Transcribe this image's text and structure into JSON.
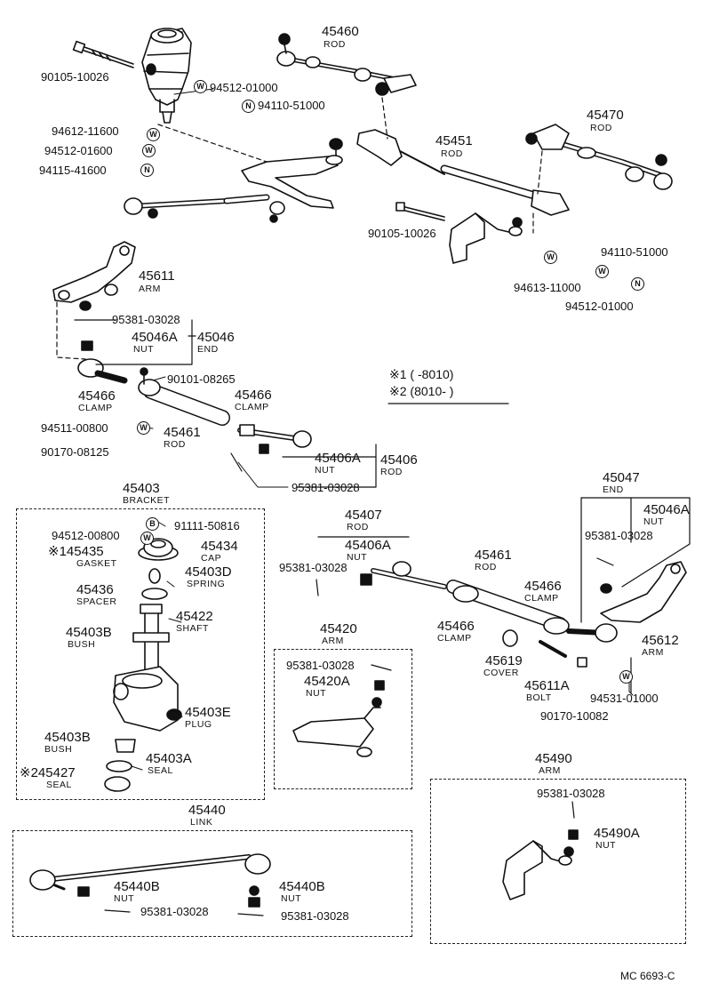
{
  "doc_code": "MC  6693-C",
  "notes": [
    {
      "mark": "※1",
      "text": "(      -8010)"
    },
    {
      "mark": "※2",
      "text": "(8010-        )"
    }
  ],
  "symbols": {
    "W": "W",
    "N": "N",
    "B": "B"
  },
  "labels": {
    "p45460": "45460",
    "n45460": "ROD",
    "p90105a": "90105-10026",
    "p94512a": "94512-01000",
    "p94110a": "94110-51000",
    "p94612": "94612-11600",
    "p94512b": "94512-01600",
    "p94115": "94115-41600",
    "p45451": "45451",
    "n45451": "ROD",
    "p45470": "45470",
    "n45470": "ROD",
    "p90105b": "90105-10026",
    "p94110b": "94110-51000",
    "p94613": "94613-11000",
    "p94512c": "94512-01000",
    "p45611": "45611",
    "n45611": "ARM",
    "p95381a": "95381-03028",
    "p45046A": "45046A",
    "n45046A": "NUT",
    "p45046": "45046",
    "n45046": "END",
    "p90101": "90101-08265",
    "p45466a": "45466",
    "n45466a": "CLAMP",
    "p45466b": "45466",
    "n45466b": "CLAMP",
    "p94511": "94511-00800",
    "p45461a": "45461",
    "n45461a": "ROD",
    "p90170a": "90170-08125",
    "p45406A": "45406A",
    "n45406A": "NUT",
    "p45406": "45406",
    "n45406": "ROD",
    "p95381b": "95381-03028",
    "p45403": "45403",
    "n45403": "BRACKET",
    "p91111": "91111-50816",
    "p94512d": "94512-00800",
    "p45434": "45434",
    "n45434": "CAP",
    "p45435": "45435",
    "n45435": "GASKET",
    "p45403D": "45403D",
    "n45403D": "SPRING",
    "p45436": "45436",
    "n45436": "SPACER",
    "p45422": "45422",
    "n45422": "SHAFT",
    "p45403B1": "45403B",
    "n45403B1": "BUSH",
    "p45403E": "45403E",
    "n45403E": "PLUG",
    "p45403B2": "45403B",
    "n45403B2": "BUSH",
    "p45403A": "45403A",
    "n45403A": "SEAL",
    "p45427": "45427",
    "n45427": "SEAL",
    "p45407": "45407",
    "n45407": "ROD",
    "p45406A2": "45406A",
    "n45406A2": "NUT",
    "p95381c": "95381-03028",
    "p45461b": "45461",
    "n45461b": "ROD",
    "p45466c": "45466",
    "n45466c": "CLAMP",
    "p45466d": "45466",
    "n45466d": "CLAMP",
    "p45047": "45047",
    "n45047": "END",
    "p45046A2": "45046A",
    "n45046A2": "NUT",
    "p95381d": "95381-03028",
    "p45612": "45612",
    "n45612": "ARM",
    "p45619": "45619",
    "n45619": "COVER",
    "p45611A": "45611A",
    "n45611A": "BOLT",
    "p94531": "94531-01000",
    "p90170b": "90170-10082",
    "p45420": "45420",
    "n45420": "ARM",
    "p95381e": "95381-03028",
    "p45420A": "45420A",
    "n45420A": "NUT",
    "p45440": "45440",
    "n45440": "LINK",
    "p45440B1": "45440B",
    "n45440B1": "NUT",
    "p95381f": "95381-03028",
    "p45440B2": "45440B",
    "n45440B2": "NUT",
    "p95381g": "95381-03028",
    "p45490": "45490",
    "n45490": "ARM",
    "p95381h": "95381-03028",
    "p45490A": "45490A",
    "n45490A": "NUT"
  }
}
